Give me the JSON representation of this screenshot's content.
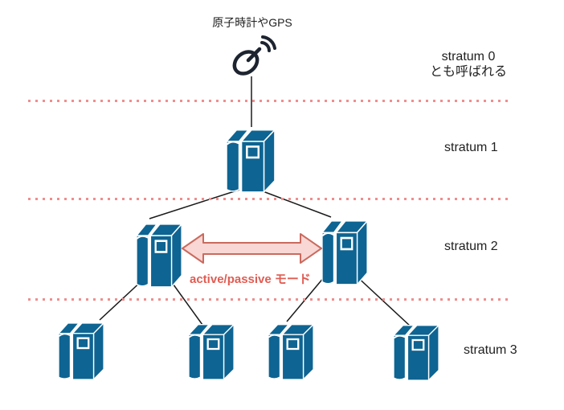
{
  "labels": {
    "source": "原子時計やGPS",
    "stratum0": "stratum 0",
    "stratum0_note": "とも呼ばれる",
    "stratum1": "stratum 1",
    "stratum2": "stratum 2",
    "stratum3": "stratum 3",
    "arrow": "active/passive モード"
  },
  "structure": {
    "type": "ntp-stratum-hierarchy",
    "levels": [
      {
        "stratum": 0,
        "node_count": 1,
        "node_type": "clock-source",
        "label": "原子時計やGPS"
      },
      {
        "stratum": 1,
        "node_count": 1,
        "node_type": "server"
      },
      {
        "stratum": 2,
        "node_count": 2,
        "node_type": "server",
        "peer_relation": "active/passive モード"
      },
      {
        "stratum": 3,
        "node_count": 4,
        "node_type": "server"
      }
    ],
    "edges": [
      "clock-source -> stratum1-server",
      "stratum1-server -> stratum2-server-left",
      "stratum1-server -> stratum2-server-right",
      "stratum2-server-left <-> stratum2-server-right",
      "stratum2-server-left -> stratum3-server-1",
      "stratum2-server-left -> stratum3-server-2",
      "stratum2-server-right -> stratum3-server-3",
      "stratum2-server-right -> stratum3-server-4"
    ]
  },
  "colors": {
    "server_blue": "#0e6492",
    "divider_pink": "#ef8e8e",
    "arrow_fill": "#f8d7d4",
    "arrow_stroke": "#cb6a5e",
    "arrow_text": "#e05c52",
    "text_dark": "#212121",
    "line_color": "#1a1a1a",
    "icon_dark": "#1d2430"
  }
}
